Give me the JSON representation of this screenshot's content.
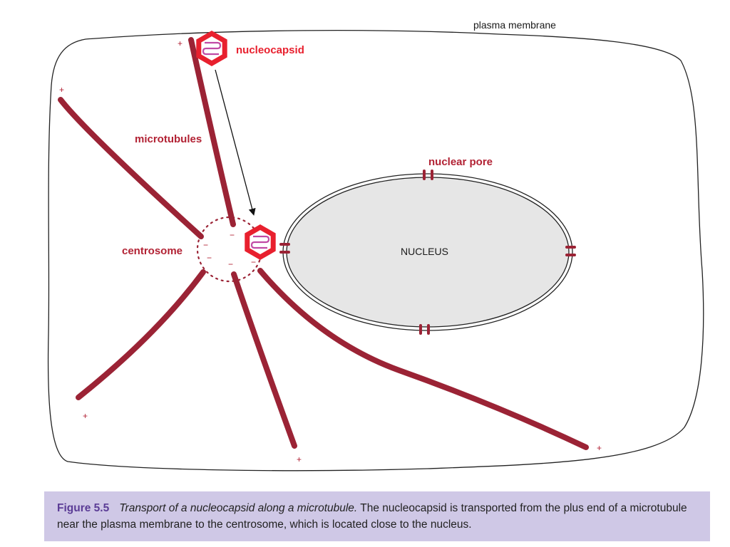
{
  "labels": {
    "plasma_membrane": "plasma membrane",
    "nucleocapsid": "nucleocapsid",
    "microtubules": "microtubules",
    "nuclear_pore": "nuclear pore",
    "centrosome": "centrosome",
    "nucleus": "NUCLEUS",
    "plus": "+",
    "minus": "−"
  },
  "caption": {
    "figure_number": "Figure 5.5",
    "title": "Transport of a nucleocapsid along a microtubule.",
    "text": "The nucleocapsid is transported from the plus end of a microtubule near the plasma membrane to the centrosome, which is located close to the nucleus."
  },
  "colors": {
    "microtubule": "#9b2335",
    "label_red": "#b22234",
    "nucleocapsid_red": "#e8202e",
    "nucleocapsid_genome": "#c04aa5",
    "nucleus_fill": "#e6e6e6",
    "caption_bg": "#cfc8e6",
    "caption_accent": "#5b3c96"
  }
}
